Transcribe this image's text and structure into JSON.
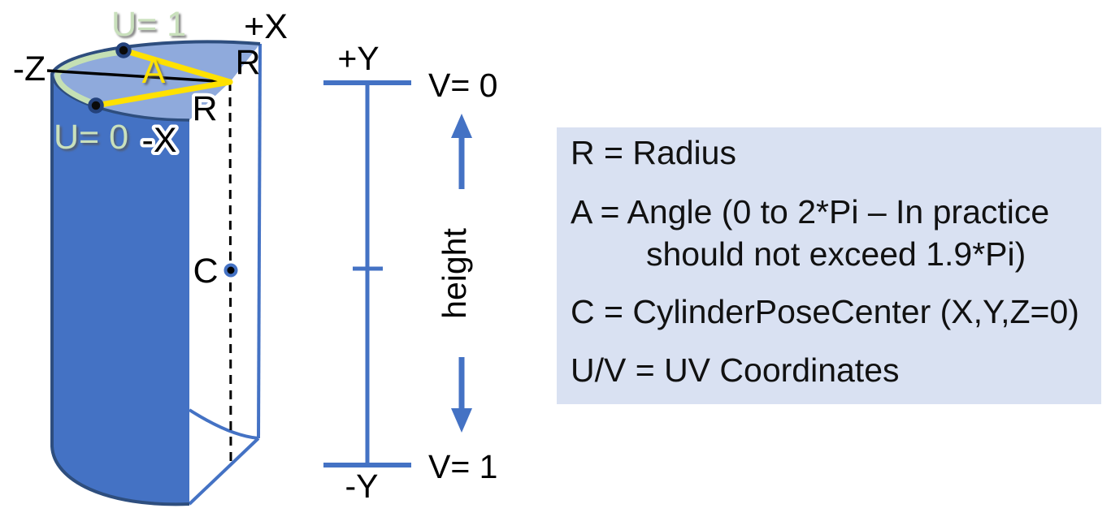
{
  "colors": {
    "body_blue": "#4472C4",
    "top_face_blue": "#8FAADC",
    "outline_dark_blue": "#2E4E7E",
    "inner_edge_blue": "#4472C4",
    "seam_green": "#C5E0B4",
    "angle_yellow": "#FFE100",
    "axis_blue": "#4472C4",
    "legend_bg": "#D9E1F2",
    "text_black": "#000000"
  },
  "cylinder": {
    "labels": {
      "u1": "U= 1",
      "u0": "U= 0",
      "plus_x": "+X",
      "minus_x": "-X",
      "minus_z": "-Z",
      "r_top": "R",
      "r_front": "R",
      "angle": "A",
      "center": "C"
    }
  },
  "axis": {
    "labels": {
      "plus_y": "+Y",
      "minus_y": "-Y",
      "v0": "V= 0",
      "v1": "V= 1",
      "height": "height"
    }
  },
  "legend": {
    "lines": [
      "R = Radius",
      "A = Angle (0 to 2*Pi – In practice",
      "should not exceed 1.9*Pi)",
      "C = CylinderPoseCenter (X,Y,Z=0)",
      "U/V = UV Coordinates"
    ]
  }
}
